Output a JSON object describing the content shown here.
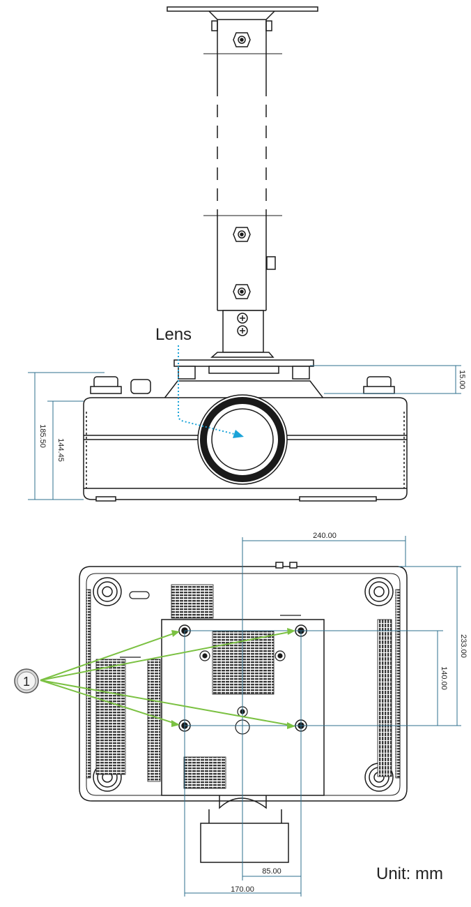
{
  "labels": {
    "lens": "Lens",
    "unit": "Unit: mm",
    "callout": "1"
  },
  "dimensions": {
    "bracket_offset": "15.00",
    "total_height": "185.50",
    "body_height": "144.45",
    "mount_width_outer": "240.00",
    "mount_depth_outer": "233.00",
    "mount_depth_inner": "140.00",
    "lens_offset": "85.00",
    "mount_width_inner": "170.00"
  },
  "colors": {
    "line": "#1a1a1a",
    "dimension": "#2e6f8e",
    "callout_arrow": "#7bc142",
    "lens_pointer": "#1aa3d8"
  }
}
